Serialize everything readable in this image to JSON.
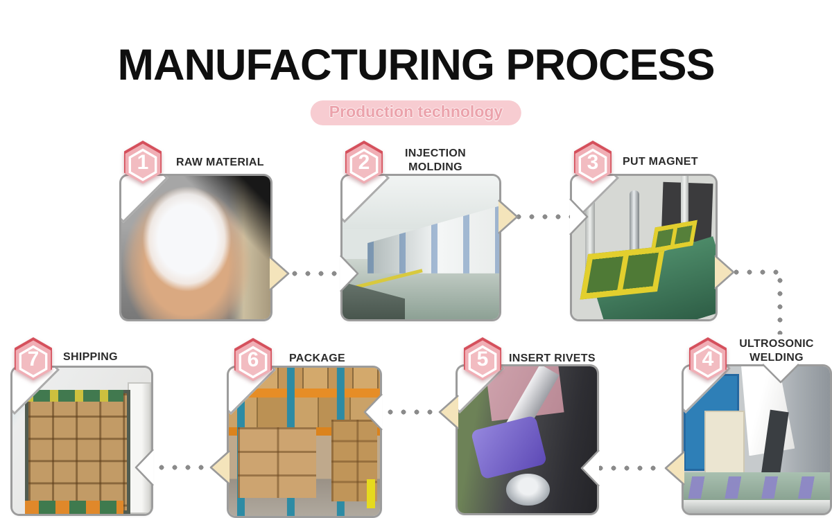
{
  "title": "MANUFACTURING PROCESS",
  "subtitle": "Production technology",
  "steps": [
    {
      "number": "1",
      "label": "RAW MATERIAL",
      "photo": "hand holding white plastic pellets"
    },
    {
      "number": "2",
      "label": "INJECTION MOLDING",
      "photo": "row of injection molding machines in a factory"
    },
    {
      "number": "3",
      "label": "PUT MAGNET",
      "photo": "automated machine with yellow trays and green conveyor"
    },
    {
      "number": "4",
      "label": "ULTROSONIC WELDING",
      "photo": "ultrasonic welding machine with purple parts on conveyor"
    },
    {
      "number": "5",
      "label": "INSERT RIVETS",
      "photo": "close-up of riveting machine with purple plastic part"
    },
    {
      "number": "6",
      "label": "PACKAGE",
      "photo": "warehouse pallet racks stacked with cardboard boxes"
    },
    {
      "number": "7",
      "label": "SHIPPING",
      "photo": "shipping container loaded with cardboard boxes"
    }
  ],
  "flow": {
    "row1_order": [
      "1",
      "2",
      "3"
    ],
    "row1_direction": "left-to-right",
    "row2_order": [
      "4",
      "5",
      "6",
      "7"
    ],
    "row2_direction": "right-to-left",
    "link_3_to_4": "dotted line turning downward"
  },
  "colors": {
    "title_text": "#0f0f0f",
    "label_text": "#2b2b2b",
    "subtitle_bg": "#f7ccd1",
    "subtitle_text": "#eba2ab",
    "hex_badge_back": "#d5505c",
    "hex_badge_front": "#f0aeb5",
    "hex_badge_ring": "#ffffff",
    "hex_badge_number": "#ffffff",
    "connector_dot": "#8b8b8b",
    "arrow_tab_fill": "#f4e4bb",
    "arrow_outline": "#9a9a9a",
    "photo_border": "#9c9c9c"
  }
}
